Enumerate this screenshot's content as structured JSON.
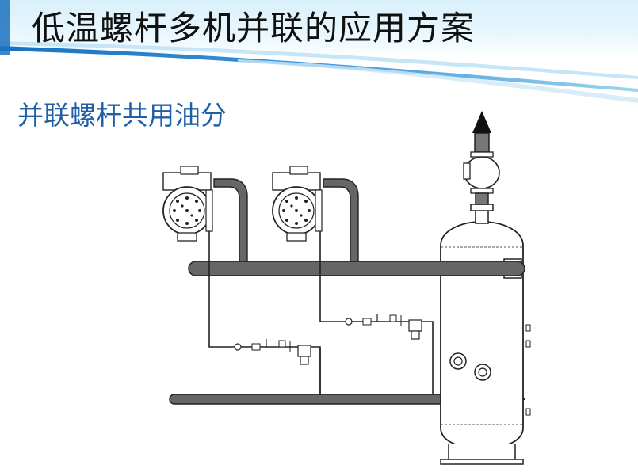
{
  "slide": {
    "title": "低温螺杆多机并联的应用方案",
    "subtitle": "并联螺杆共用油分"
  },
  "colors": {
    "title_text": "#111111",
    "subtitle_text": "#1f5fa8",
    "wave_dark": "#1a72c0",
    "wave_light": "#bfe3f6",
    "pipe_fill": "#666666",
    "outline": "#222222"
  },
  "diagram": {
    "components": [
      "screw-compressor-1",
      "screw-compressor-2",
      "discharge-header-pipe",
      "suction-header-pipe",
      "oil-separator-vessel",
      "discharge-valve",
      "outlet-arrow",
      "oil-return-line-1",
      "oil-return-line-2"
    ]
  }
}
